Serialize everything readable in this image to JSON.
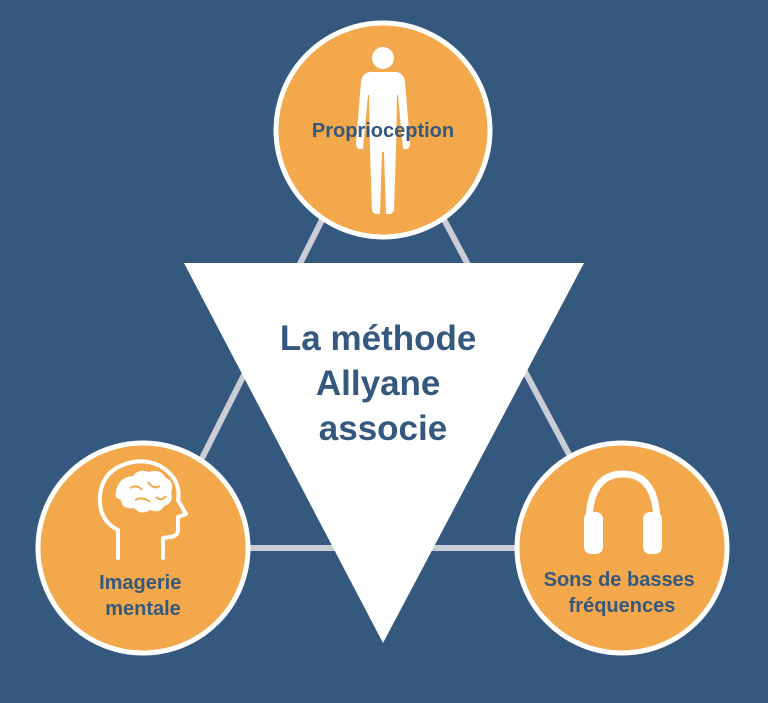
{
  "center": {
    "lines": [
      "La méthode",
      "Allyane",
      "associe"
    ]
  },
  "nodes": {
    "top": {
      "label": "Proprioception",
      "icon": "human-body-icon"
    },
    "left": {
      "lines": [
        "Imagerie",
        "mentale"
      ],
      "icon": "head-brain-icon"
    },
    "right": {
      "lines": [
        "Sons de basses",
        "fréquences"
      ],
      "icon": "headphones-icon"
    }
  },
  "colors": {
    "background": "#34587e",
    "node_fill": "#f2a84b",
    "node_border": "#ffffff",
    "triangle_fill": "#ffffff",
    "connector": "#c9ced6",
    "text": "#34587e"
  }
}
